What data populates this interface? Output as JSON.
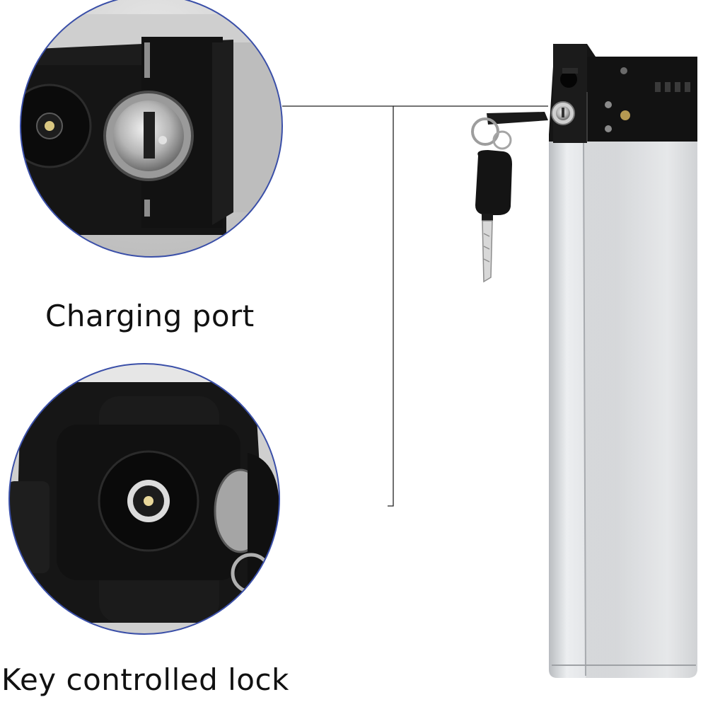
{
  "captions": {
    "top": "Charging port",
    "bottom": "Key controlled lock"
  },
  "colors": {
    "circle_border": "#3a4fa8",
    "battery_silver": "#d9dbde",
    "plastic_black": "#141414",
    "leader_line": "#222222"
  },
  "icons": {
    "charging_port": "dc-barrel-jack",
    "lock": "key-cylinder-lock",
    "key": "battery-key"
  }
}
